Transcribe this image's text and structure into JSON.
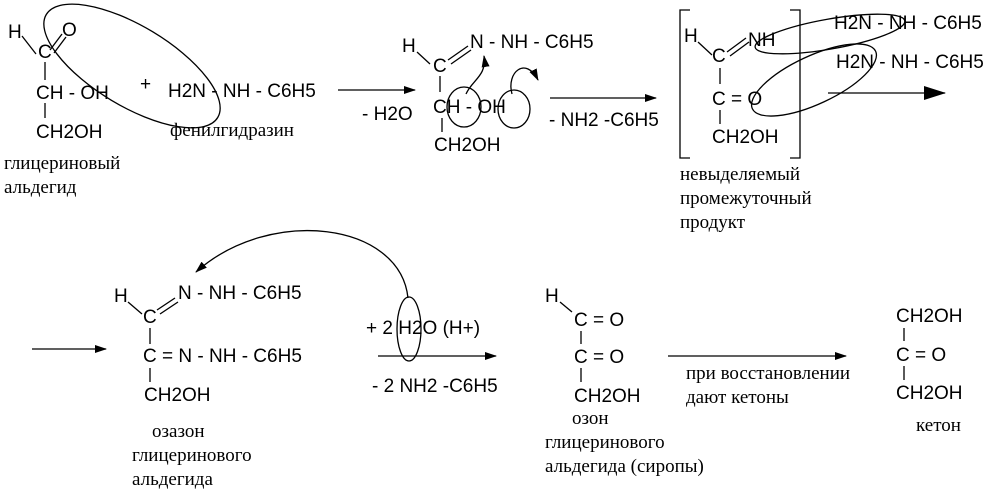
{
  "reaction1": {
    "aldehyde_h": "H",
    "aldehyde_o": "O",
    "choh": "CH - OH",
    "ch2oh": "CH2OH",
    "plus": "+",
    "hydrazine": "H2N - NH - C6H5",
    "name_hydrazine": "фенилгидразин",
    "name_aldehyde_1": "глицериновый",
    "name_aldehyde_2": "альдегид",
    "minus_water": "- H2O"
  },
  "hydrazone": {
    "h": "H",
    "n_group": "N - NH - C6H5",
    "ch_oh": "CH - OH",
    "ch2oh": "CH2OH",
    "minus_aniline": "- NH2 -C6H5"
  },
  "intermediate": {
    "h": "H",
    "nh": "NH",
    "co": "C = O",
    "ch2oh": "CH2OH",
    "reagent1": "H2N - NH - C6H5",
    "reagent2": "H2N - NH - C6H5",
    "name_1": "невыделяемый",
    "name_2": "промежуточный",
    "name_3": "продукт"
  },
  "osazone": {
    "h": "H",
    "n1": "N - NH - C6H5",
    "n2": "C = N - NH - C6H5",
    "ch2oh": "CH2OH",
    "name_1": "озазон",
    "name_2": "глицеринового",
    "name_3": "альдегида",
    "plus_water": "+ 2 H2O (H+)",
    "minus_aniline": "- 2 NH2 -C6H5"
  },
  "osone": {
    "h": "H",
    "co1": "C = O",
    "co2": "C = O",
    "ch2oh": "CH2OH",
    "name_1": "озон",
    "name_2": "глицеринового",
    "name_3": "альдегида (сиропы)",
    "reduction_1": "при восстановлении",
    "reduction_2": "дают кетоны"
  },
  "ketone": {
    "ch2oh_top": "CH2OH",
    "co": "C = O",
    "ch2oh_bottom": "CH2OH",
    "name": "кетон"
  }
}
